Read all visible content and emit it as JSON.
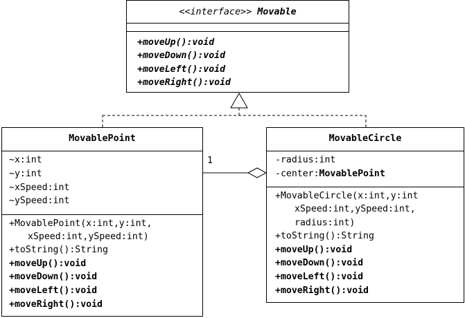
{
  "interface": {
    "stereotype": "<<interface>>",
    "name": "Movable",
    "methods": [
      "+moveUp():void",
      "+moveDown():void",
      "+moveLeft():void",
      "+moveRight():void"
    ]
  },
  "point": {
    "name": "MovablePoint",
    "fields": [
      "~x:int",
      "~y:int",
      "~xSpeed:int",
      "~ySpeed:int"
    ],
    "ctor_line1": "+MovablePoint(x:int,y:int,",
    "ctor_line2": "xSpeed:int,ySpeed:int)",
    "tostring": "+toString():String",
    "methods": [
      "+moveUp():void",
      "+moveDown():void",
      "+moveLeft():void",
      "+moveRight():void"
    ]
  },
  "circle": {
    "name": "MovableCircle",
    "field_radius": "-radius:int",
    "field_center_prefix": "-center:",
    "field_center_type": "MovablePoint",
    "ctor_line1": "+MovableCircle(x:int,y:int",
    "ctor_line2": "xSpeed:int,ySpeed:int,",
    "ctor_line3": "radius:int)",
    "tostring": "+toString():String",
    "methods": [
      "+moveUp():void",
      "+moveDown():void",
      "+moveLeft():void",
      "+moveRight():void"
    ]
  },
  "association": {
    "multiplicity": "1"
  }
}
